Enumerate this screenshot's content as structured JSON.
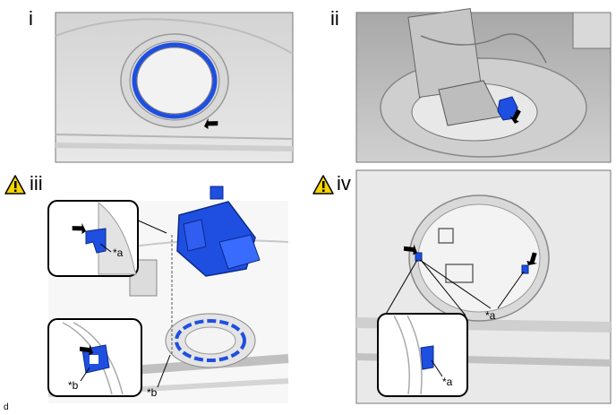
{
  "panels": [
    {
      "label": "i"
    },
    {
      "label": "ii"
    },
    {
      "label": "iii",
      "warning": true
    },
    {
      "label": "iv",
      "warning": true
    }
  ],
  "callouts": {
    "a": "*a",
    "b": "*b"
  },
  "footer": "d",
  "colors": {
    "highlight": "#1f4fe0",
    "outline": "#444444",
    "background": "#e6e6e6",
    "warning": "#f5d400"
  },
  "icons": [
    "warning-icon",
    "arrow-icon"
  ]
}
